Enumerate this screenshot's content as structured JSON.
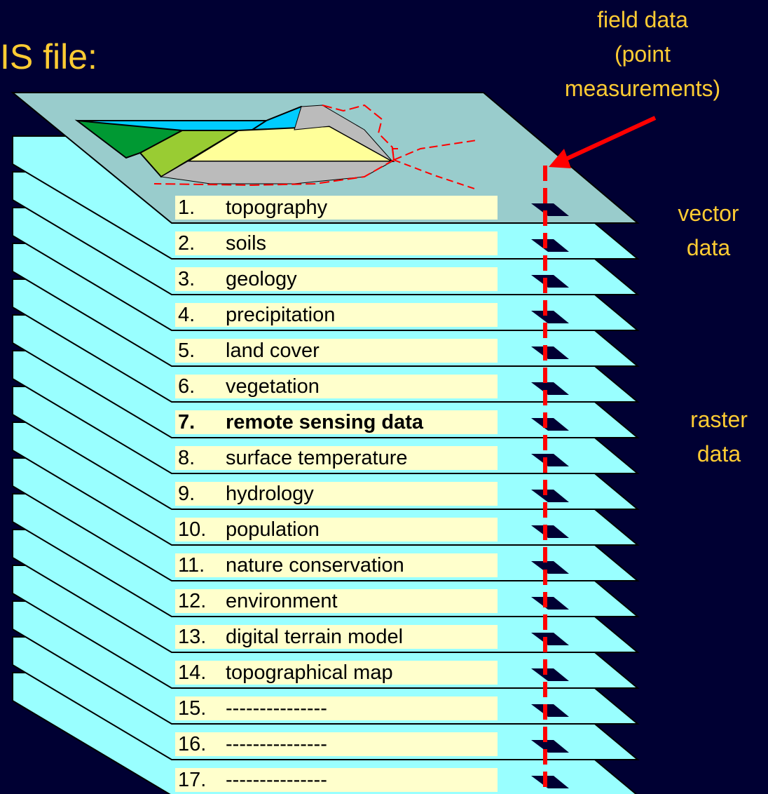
{
  "title": "IS file:",
  "field_data_label": [
    "field data",
    "(point",
    "measurements)"
  ],
  "vector_label": [
    "vector",
    "data"
  ],
  "raster_label": [
    "raster",
    "data"
  ],
  "layers": [
    {
      "num": "1.",
      "name": "topography"
    },
    {
      "num": "2.",
      "name": "soils"
    },
    {
      "num": "3.",
      "name": "geology"
    },
    {
      "num": "4.",
      "name": "precipitation"
    },
    {
      "num": "5.",
      "name": "land cover"
    },
    {
      "num": "6.",
      "name": "vegetation"
    },
    {
      "num": "7.",
      "name": "remote sensing data",
      "bold": true
    },
    {
      "num": "8.",
      "name": "surface temperature"
    },
    {
      "num": "9.",
      "name": "hydrology"
    },
    {
      "num": "10.",
      "name": "population"
    },
    {
      "num": "11.",
      "name": "nature conservation"
    },
    {
      "num": "12.",
      "name": "environment"
    },
    {
      "num": "13.",
      "name": "digital terrain model"
    },
    {
      "num": "14.",
      "name": "topographical map"
    },
    {
      "num": "15.",
      "name": "---------------"
    },
    {
      "num": "16.",
      "name": "---------------"
    },
    {
      "num": "17.",
      "name": "---------------"
    }
  ],
  "colors": {
    "background": "#000033",
    "layer": "#99ffff",
    "top_layer": "#99cccc",
    "label_bg": "#ffffcc",
    "accent_text": "#ffcc33",
    "measurement_line": "#ff0000"
  }
}
